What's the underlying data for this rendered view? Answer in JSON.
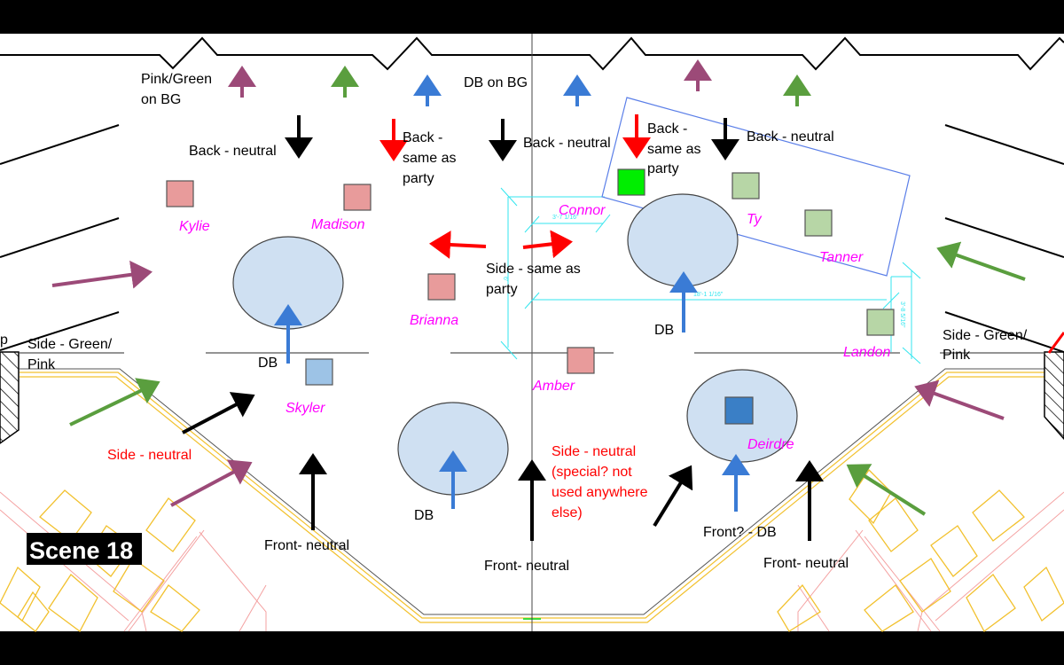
{
  "scene_label": "Scene 18",
  "colors": {
    "black_arrow": "#000000",
    "red_arrow": "#ff0000",
    "blue_arrow": "#3a7bd5",
    "green_arrow": "#5a9e3e",
    "pink_arrow": "#9c4a78",
    "platform_fill": "#cfe0f2",
    "pink_square": "#e89b9b",
    "green_square": "#b7d6a6",
    "bright_green_square": "#00ee00",
    "blue_square": "#9dc3e6",
    "dark_blue_square": "#3a7fc6",
    "name_color": "#ff00ff",
    "dimension_color": "#33e6ef",
    "apron_yellow": "#f2c12e",
    "seating_pink": "#f4a1a1"
  },
  "labels": {
    "pink_green_on_bg_1": "Pink/Green",
    "pink_green_on_bg_2": "on BG",
    "db_on_bg": "DB on BG",
    "back_neutral_left": "Back - neutral",
    "back_same_party_left_1": "Back -",
    "back_same_party_left_2": "same as",
    "back_same_party_left_3": "party",
    "back_neutral_center": "Back - neutral",
    "back_same_party_right_1": "Back -",
    "back_same_party_right_2": "same as",
    "back_same_party_right_3": "party",
    "back_neutral_right": "Back - neutral",
    "side_same_party_1": "Side - same as",
    "side_same_party_2": "party",
    "side_green_pink_left_1": "Side - Green/",
    "side_green_pink_left_2": "Pink",
    "side_green_pink_right_1": "Side - Green/",
    "side_green_pink_right_2": "Pink",
    "side_neutral_left": "Side - neutral",
    "side_neutral_special_1": "Side - neutral",
    "side_neutral_special_2": "(special?  not",
    "side_neutral_special_3": "used anywhere",
    "side_neutral_special_4": "else)",
    "db_left": "DB",
    "db_center": "DB",
    "db_right": "DB",
    "front_db": "Front? - DB",
    "front_neutral_left": "Front- neutral",
    "front_neutral_center": "Front- neutral",
    "front_neutral_right": "Front- neutral",
    "edge_p": "p"
  },
  "performers": [
    {
      "name": "Kylie",
      "square": "pink"
    },
    {
      "name": "Madison",
      "square": "pink"
    },
    {
      "name": "Brianna",
      "square": "pink"
    },
    {
      "name": "Amber",
      "square": "pink"
    },
    {
      "name": "Skyler",
      "square": "blue"
    },
    {
      "name": "Connor",
      "square": "bright-green"
    },
    {
      "name": "Ty",
      "square": "green"
    },
    {
      "name": "Tanner",
      "square": "green"
    },
    {
      "name": "Landon",
      "square": "green"
    },
    {
      "name": "Deirdre",
      "square": "dark-blue"
    }
  ],
  "dimensions": {
    "connor_width": "3'-7 1/16\"",
    "center_span": "18'-1 1/16\"",
    "landon_height": "3'-8 5/16\"",
    "left_vertical": "6'"
  }
}
